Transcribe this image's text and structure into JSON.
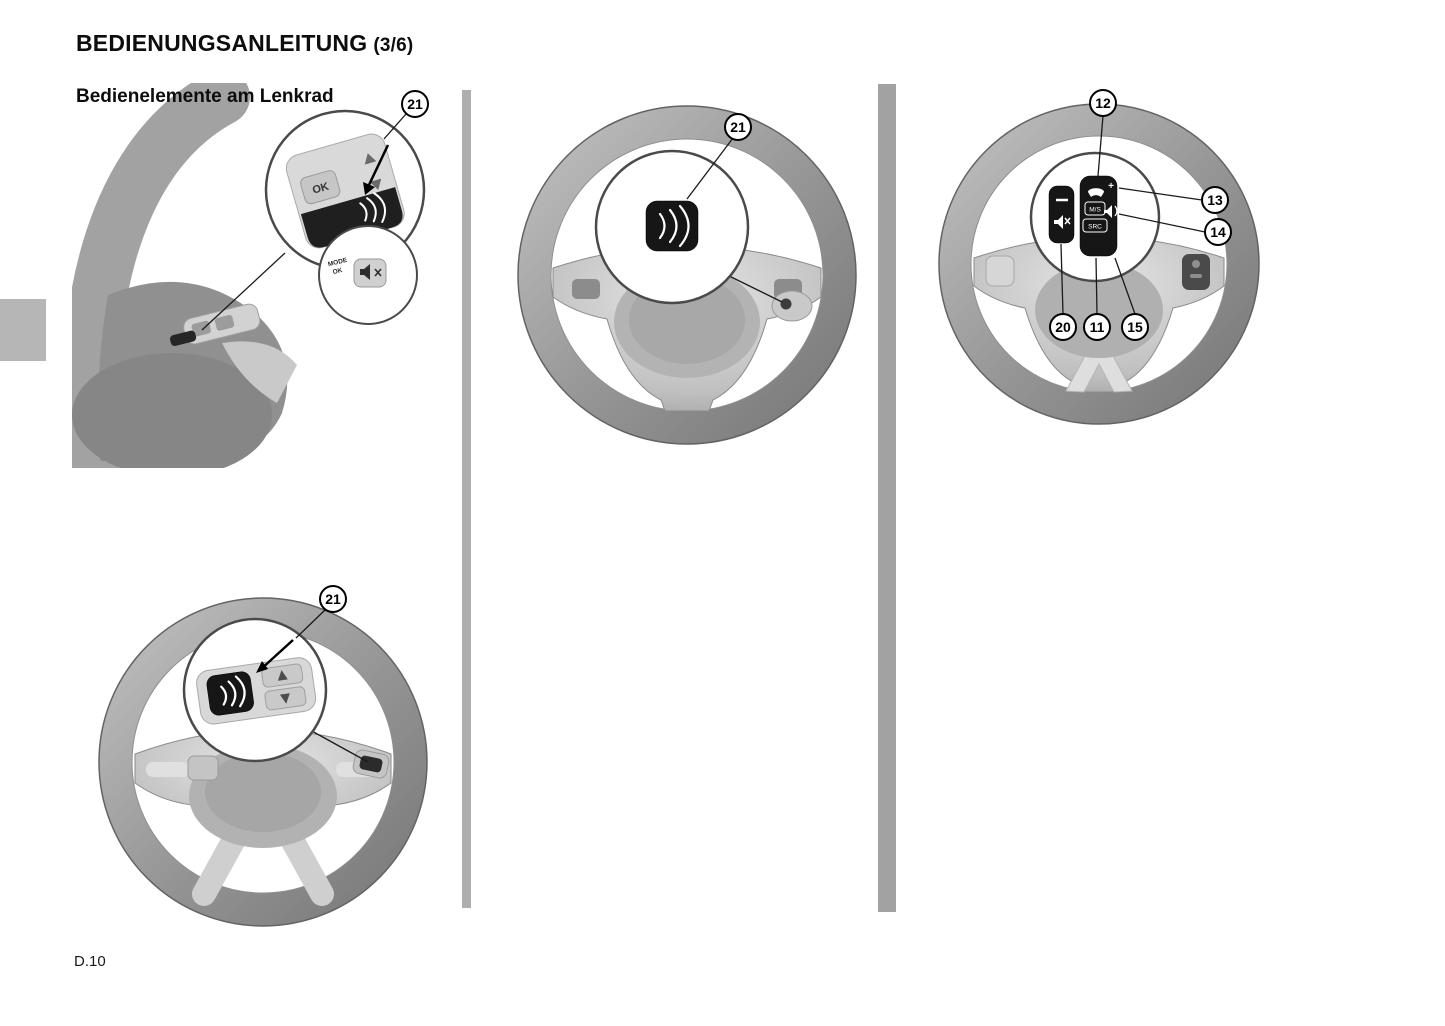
{
  "page": {
    "title": "BEDIENUNGSANLEITUNG",
    "section": "(3/6)",
    "subtitle": "Bedienelemente am Lenkrad",
    "page_number": "D.10"
  },
  "callouts": {
    "c21": "21",
    "c12": "12",
    "c13": "13",
    "c14": "14",
    "c20": "20",
    "c11": "11",
    "c15": "15"
  },
  "labels": {
    "ok": "OK",
    "mode_small": "MODE",
    "ok_small": "OK",
    "mode_switch": "M/S",
    "source": "SRC",
    "plus": "+"
  },
  "colors": {
    "divider": "#a2a2a2",
    "callout_stroke": "#000000",
    "wheel_gray": "#9a9a9a"
  }
}
